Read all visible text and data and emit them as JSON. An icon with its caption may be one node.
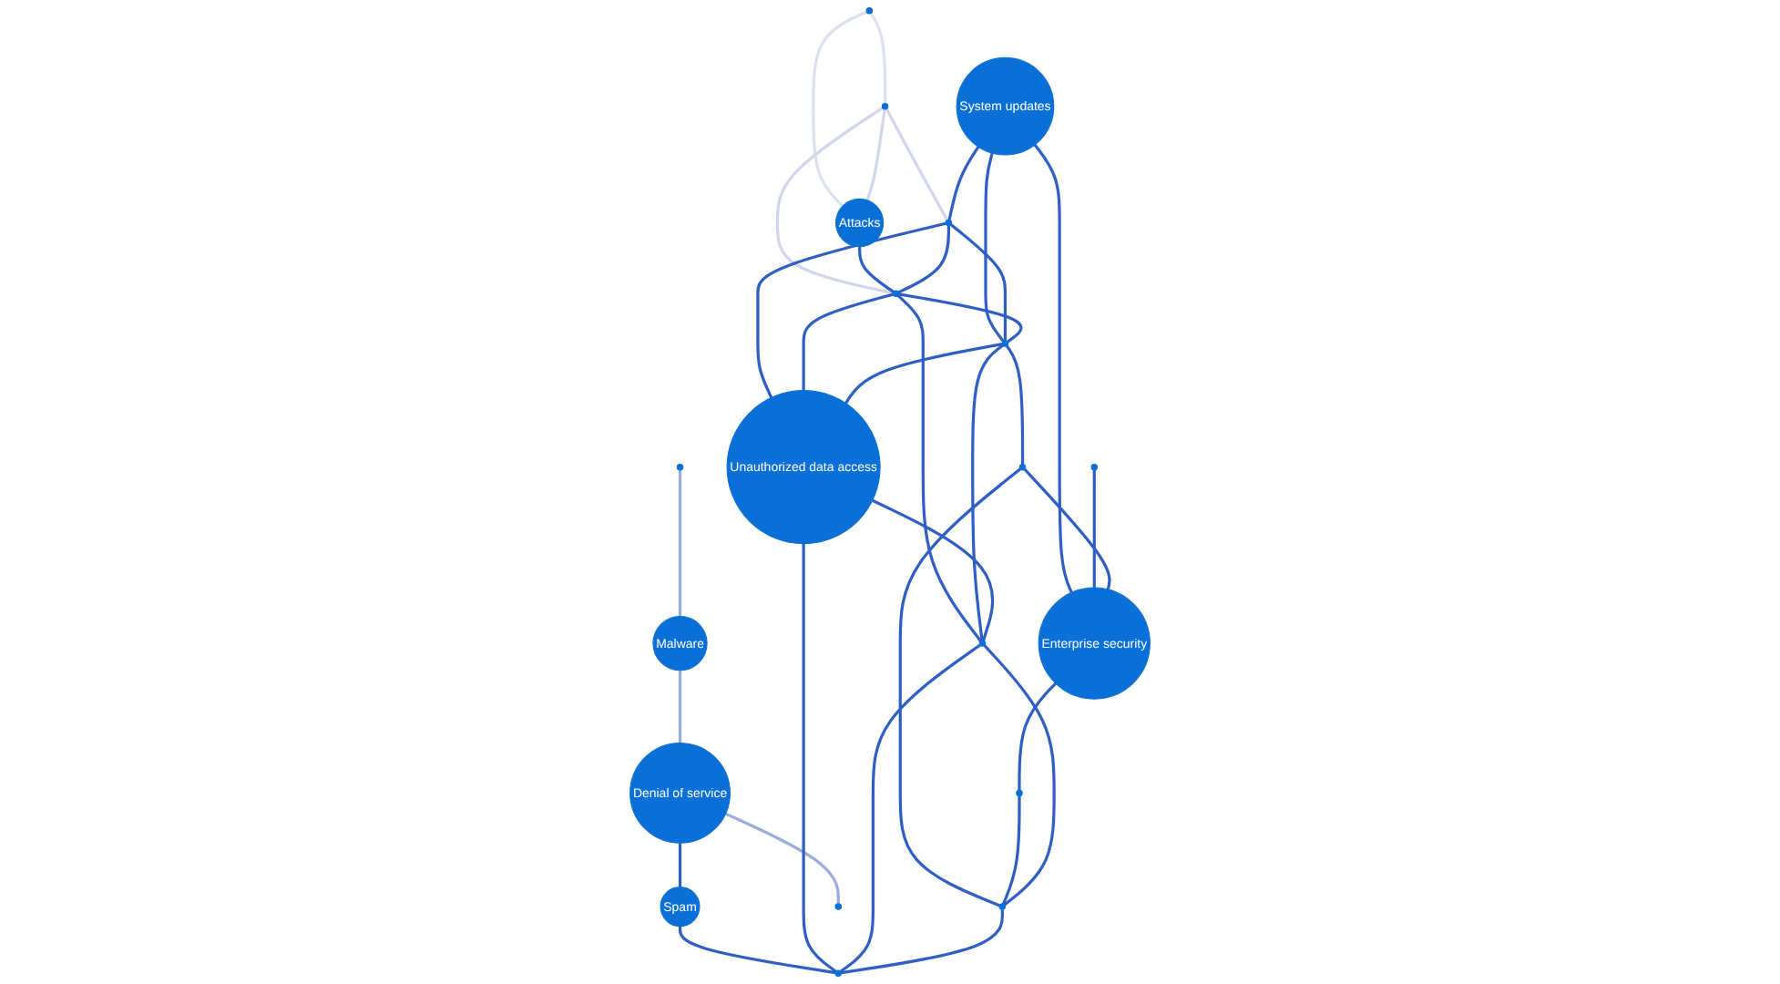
{
  "diagram": {
    "nodes": [
      {
        "text": [],
        "shape": "circle"
      },
      {
        "text": [],
        "shape": "circle"
      },
      {
        "text": [],
        "shape": "circle"
      },
      {
        "text": [],
        "shape": "circle"
      },
      {
        "text": [
          "System updates"
        ]
      },
      {
        "text": [],
        "shape": "circle"
      },
      {
        "text": [],
        "shape": "circle"
      },
      {
        "text": [
          "Attacks"
        ]
      },
      {
        "text": [
          "Enterprise security"
        ]
      },
      {
        "text": [
          "Malware"
        ]
      },
      {
        "text": [],
        "shape": "circle"
      },
      {
        "text": [],
        "shape": "circle"
      },
      {
        "text": [],
        "shape": "circle"
      },
      {
        "text": [
          "Unauthorized data access"
        ]
      },
      {
        "text": [],
        "shape": "circle"
      },
      {
        "text": [
          "Denial of service"
        ]
      },
      {
        "text": [],
        "shape": "circle"
      },
      {
        "text": [
          "Spam"
        ]
      },
      {
        "text": [],
        "shape": "circle"
      },
      {
        "text": [],
        "shape": "circle"
      }
    ],
    "edges": [
      {
        "from": 2,
        "to": 1,
        "arrow": "none",
        "color": "#dde0ee"
      },
      {
        "from": 2,
        "to": 7,
        "arrow": "none",
        "color": "#dde0ee"
      },
      {
        "from": 1,
        "to": 7,
        "arrow": "none",
        "color": "#d2d6ec"
      },
      {
        "from": 1,
        "to": 11,
        "arrow": "none",
        "color": "#d2d6ec"
      },
      {
        "from": 1,
        "to": 5,
        "arrow": "none",
        "color": "#d2d6ec"
      },
      {
        "from": 3,
        "to": 9,
        "arrow": "none",
        "color": "#9badde"
      },
      {
        "from": 9,
        "to": 15,
        "arrow": "none",
        "color": "#9badde"
      },
      {
        "from": 15,
        "to": 19,
        "arrow": "none",
        "color": "#9badde"
      },
      {
        "from": 15,
        "to": 17,
        "arrow": "none"
      },
      {
        "from": 17,
        "to": 18,
        "arrow": "none"
      },
      {
        "from": 7,
        "to": 11,
        "arrow": "none"
      },
      {
        "from": 4,
        "to": 5,
        "arrow": "none"
      },
      {
        "from": 4,
        "to": 10,
        "arrow": "none"
      },
      {
        "from": 4,
        "to": 8,
        "arrow": "none"
      },
      {
        "from": 0,
        "to": 8,
        "arrow": "none"
      },
      {
        "from": 5,
        "to": 11,
        "arrow": "none"
      },
      {
        "from": 5,
        "to": 10,
        "arrow": "none"
      },
      {
        "from": 5,
        "to": 13,
        "arrow": "none"
      },
      {
        "from": 11,
        "to": 10,
        "arrow": "none"
      },
      {
        "from": 11,
        "to": 13,
        "arrow": "none"
      },
      {
        "from": 11,
        "to": 12,
        "arrow": "none"
      },
      {
        "from": 10,
        "to": 6,
        "arrow": "none"
      },
      {
        "from": 10,
        "to": 13,
        "arrow": "none"
      },
      {
        "from": 10,
        "to": 12,
        "arrow": "none"
      },
      {
        "from": 6,
        "to": 8,
        "arrow": "none"
      },
      {
        "from": 6,
        "to": 16,
        "arrow": "none"
      },
      {
        "from": 8,
        "to": 14,
        "arrow": "none"
      },
      {
        "from": 14,
        "to": 16,
        "arrow": "none"
      },
      {
        "from": 13,
        "to": 12,
        "arrow": "none"
      },
      {
        "from": 13,
        "to": 18,
        "arrow": "none"
      },
      {
        "from": 12,
        "to": 16,
        "arrow": "none"
      },
      {
        "from": 12,
        "to": 18,
        "arrow": "none"
      },
      {
        "from": 16,
        "to": 18,
        "arrow": "none"
      }
    ]
  }
}
